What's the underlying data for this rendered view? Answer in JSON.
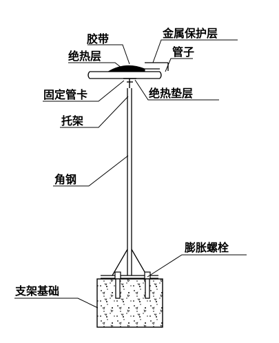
{
  "labels": {
    "tape": "胶带",
    "metal_layer": "金属保护层",
    "insulation": "绝热层",
    "pipe": "管子",
    "pipe_clamp": "固定管卡",
    "insulation_pad": "绝热垫层",
    "bracket": "托架",
    "angle_steel": "角钢",
    "expansion_bolt": "膨胀螺栓",
    "foundation": "支架基础"
  },
  "colors": {
    "line": "#000000",
    "background": "#ffffff"
  }
}
